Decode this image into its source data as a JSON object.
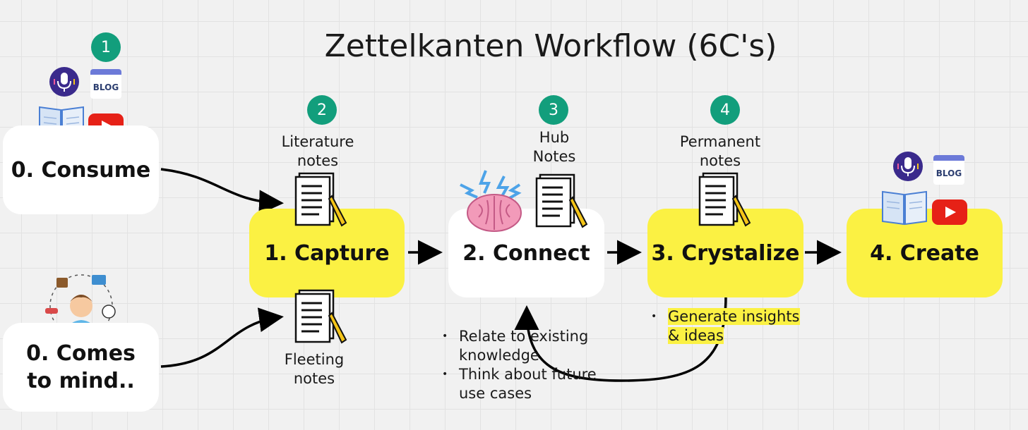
{
  "title": "Zettelkanten Workflow (6C's)",
  "nodes": {
    "consume": "0. Consume",
    "comes_to_mind": "0. Comes to mind..",
    "capture": "1. Capture",
    "connect": "2. Connect",
    "crystalize": "3. Crystalize",
    "create": "4. Create"
  },
  "badges": [
    "1",
    "2",
    "3",
    "4"
  ],
  "labels": {
    "literature_notes": "Literature notes",
    "fleeting_notes": "Fleeting notes",
    "hub_notes": "Hub Notes",
    "permanent_notes": "Permanent notes"
  },
  "connect_bullets": [
    "Relate to existing knowledge",
    "Think about future use cases"
  ],
  "crystalize_bullets": [
    "Generate insights & ideas"
  ],
  "icons": {
    "blog_text": "BLOG",
    "names": [
      "podcast-icon",
      "blog-icon",
      "book-icon",
      "youtube-icon",
      "person-thinking-icon",
      "document-icon",
      "brain-icon"
    ]
  },
  "colors": {
    "badge": "#129e7c",
    "yellow_box": "#fbf143",
    "white_box": "#ffffff",
    "youtube": "#e62117",
    "podcast": "#3a2a8c"
  }
}
